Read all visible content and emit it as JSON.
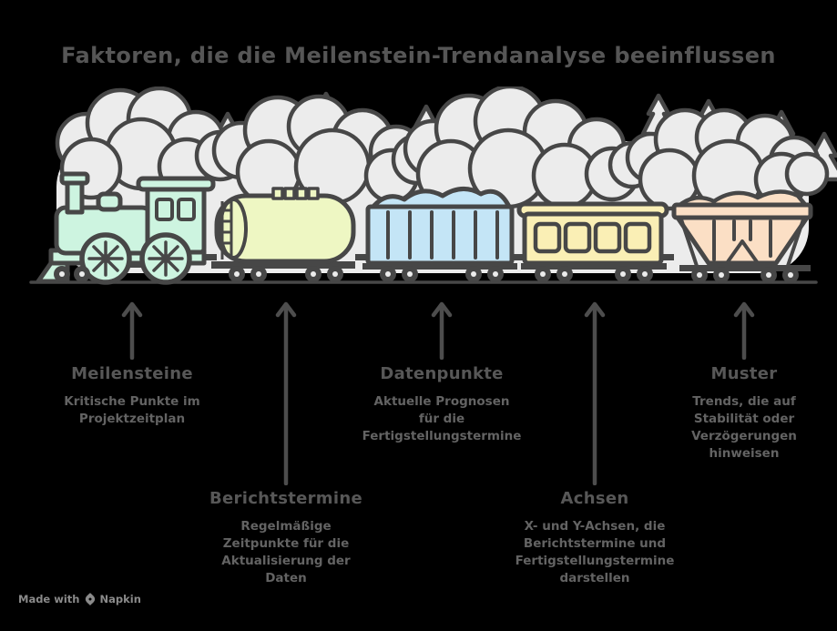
{
  "title": "Faktoren, die die Meilenstein-Trendanalyse beeinflussen",
  "colors": {
    "background": "#000000",
    "outline": "#474747",
    "cloud_fill": "#ececec",
    "locomotive_fill": "#cdf4e0",
    "tank_car_fill": "#eef7c3",
    "gondola_fill": "#c4e5f6",
    "passenger_car_fill": "#faefb5",
    "hopper_fill": "#fbdfc5",
    "title_text": "#565656",
    "label_heading": "#575757",
    "label_body": "#636363",
    "arrow": "#4d4d4d",
    "watermark": "#8a8a8a"
  },
  "illustration": {
    "description": "hand-drawn steam train with smoke clouds and pine trees",
    "cars": [
      "locomotive",
      "tank-car",
      "gondola-car",
      "passenger-car",
      "hopper-car"
    ]
  },
  "callouts": [
    {
      "id": "meilensteine",
      "row": 1,
      "title": "Meilensteine",
      "description": "Kritische Punkte im\nProjektzeitplan"
    },
    {
      "id": "berichtstermine",
      "row": 2,
      "title": "Berichtstermine",
      "description": "Regelmäßige\nZeitpunkte für die\nAktualisierung der\nDaten"
    },
    {
      "id": "datenpunkte",
      "row": 1,
      "title": "Datenpunkte",
      "description": "Aktuelle Prognosen\nfür die\nFertigstellungstermine"
    },
    {
      "id": "achsen",
      "row": 2,
      "title": "Achsen",
      "description": "X- und Y-Achsen, die\nBerichtstermine und\nFertigstellungstermine\ndarstellen"
    },
    {
      "id": "muster",
      "row": 1,
      "title": "Muster",
      "description": "Trends, die auf\nStabilität oder\nVerzögerungen\nhinweisen"
    }
  ],
  "watermark": {
    "text": "Made with",
    "brand": "Napkin",
    "icon": "pen-nib-icon"
  }
}
